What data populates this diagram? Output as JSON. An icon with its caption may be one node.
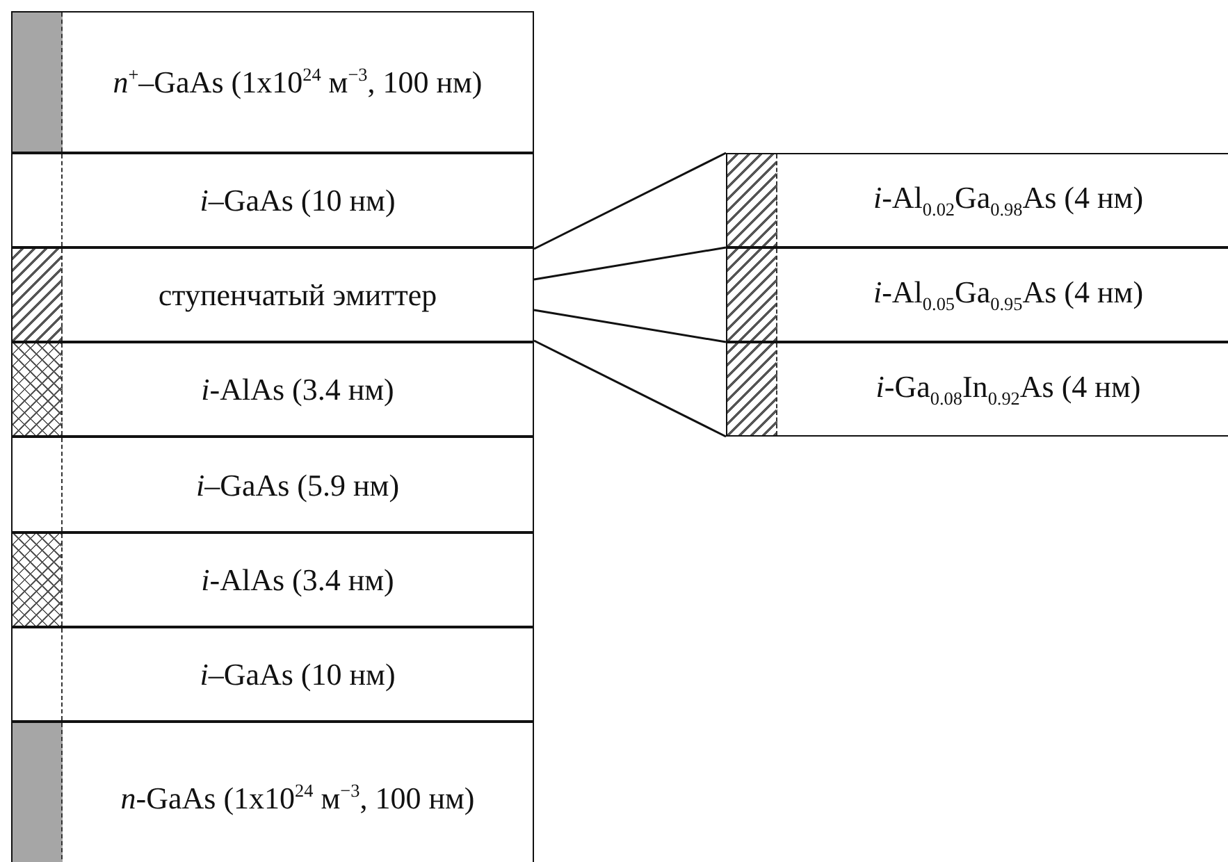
{
  "diagram": {
    "nodes": [
      {
        "text": [
          "*n*$^{+}$–GaAs (1x10$^{24}$ м$^{−3}$, 100 нм)"
        ]
      },
      {
        "text": [
          "*i*–GaAs (10 нм)"
        ]
      },
      {
        "text": [
          "ступенчатый эмиттер"
        ]
      },
      {
        "text": [
          "*i*-AlAs (3.4 нм)"
        ]
      },
      {
        "text": [
          "*i*–GaAs (5.9 нм)"
        ]
      },
      {
        "text": [
          "*i*-AlAs (3.4 нм)"
        ]
      },
      {
        "text": [
          "*i*–GaAs (10 нм)"
        ]
      },
      {
        "text": [
          "*n*-GaAs (1x10$^{24}$ м$^{−3}$, 100 нм)"
        ]
      },
      {
        "text": [
          "*i*-Al$_{0.02}$Ga$_{0.98}$As (4 нм)"
        ]
      },
      {
        "text": [
          "*i*-Al$_{0.05}$Ga$_{0.95}$As (4 нм)"
        ]
      },
      {
        "text": [
          "*i*-Ga$_{0.08}$In$_{0.92}$As (4 нм)"
        ]
      }
    ],
    "edges": [
      {
        "from": 2,
        "to": 8,
        "arrow": "none"
      },
      {
        "from": 2,
        "to": 9,
        "arrow": "none"
      },
      {
        "from": 2,
        "to": 10,
        "arrow": "none"
      },
      {
        "from": 2,
        "to": 10,
        "arrow": "none"
      }
    ]
  }
}
